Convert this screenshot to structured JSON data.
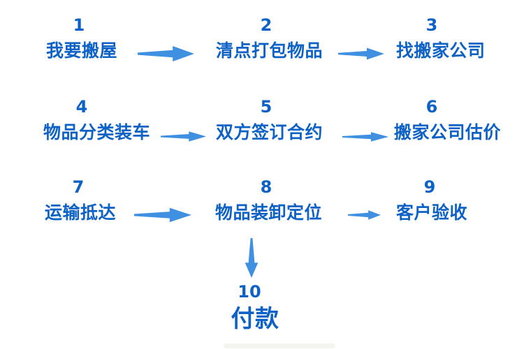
{
  "diagram": {
    "text_color": "#0e62c6",
    "arrow_color": "#3f90e0",
    "steps": [
      {
        "num": "1",
        "label": "我要搬屋"
      },
      {
        "num": "2",
        "label": "清点打包物品"
      },
      {
        "num": "3",
        "label": "找搬家公司"
      },
      {
        "num": "4",
        "label": "物品分类装车"
      },
      {
        "num": "5",
        "label": "双方签订合约"
      },
      {
        "num": "6",
        "label": "搬家公司估价"
      },
      {
        "num": "7",
        "label": "运输抵达"
      },
      {
        "num": "8",
        "label": "物品装卸定位"
      },
      {
        "num": "9",
        "label": "客户验收"
      },
      {
        "num": "10",
        "label": "付款"
      }
    ],
    "connections": [
      {
        "from": "1",
        "to": "2",
        "direction": "right"
      },
      {
        "from": "2",
        "to": "3",
        "direction": "right"
      },
      {
        "from": "4",
        "to": "5",
        "direction": "right"
      },
      {
        "from": "5",
        "to": "6",
        "direction": "right"
      },
      {
        "from": "7",
        "to": "8",
        "direction": "right"
      },
      {
        "from": "8",
        "to": "9",
        "direction": "right"
      },
      {
        "from": "8",
        "to": "10",
        "direction": "down"
      }
    ]
  }
}
